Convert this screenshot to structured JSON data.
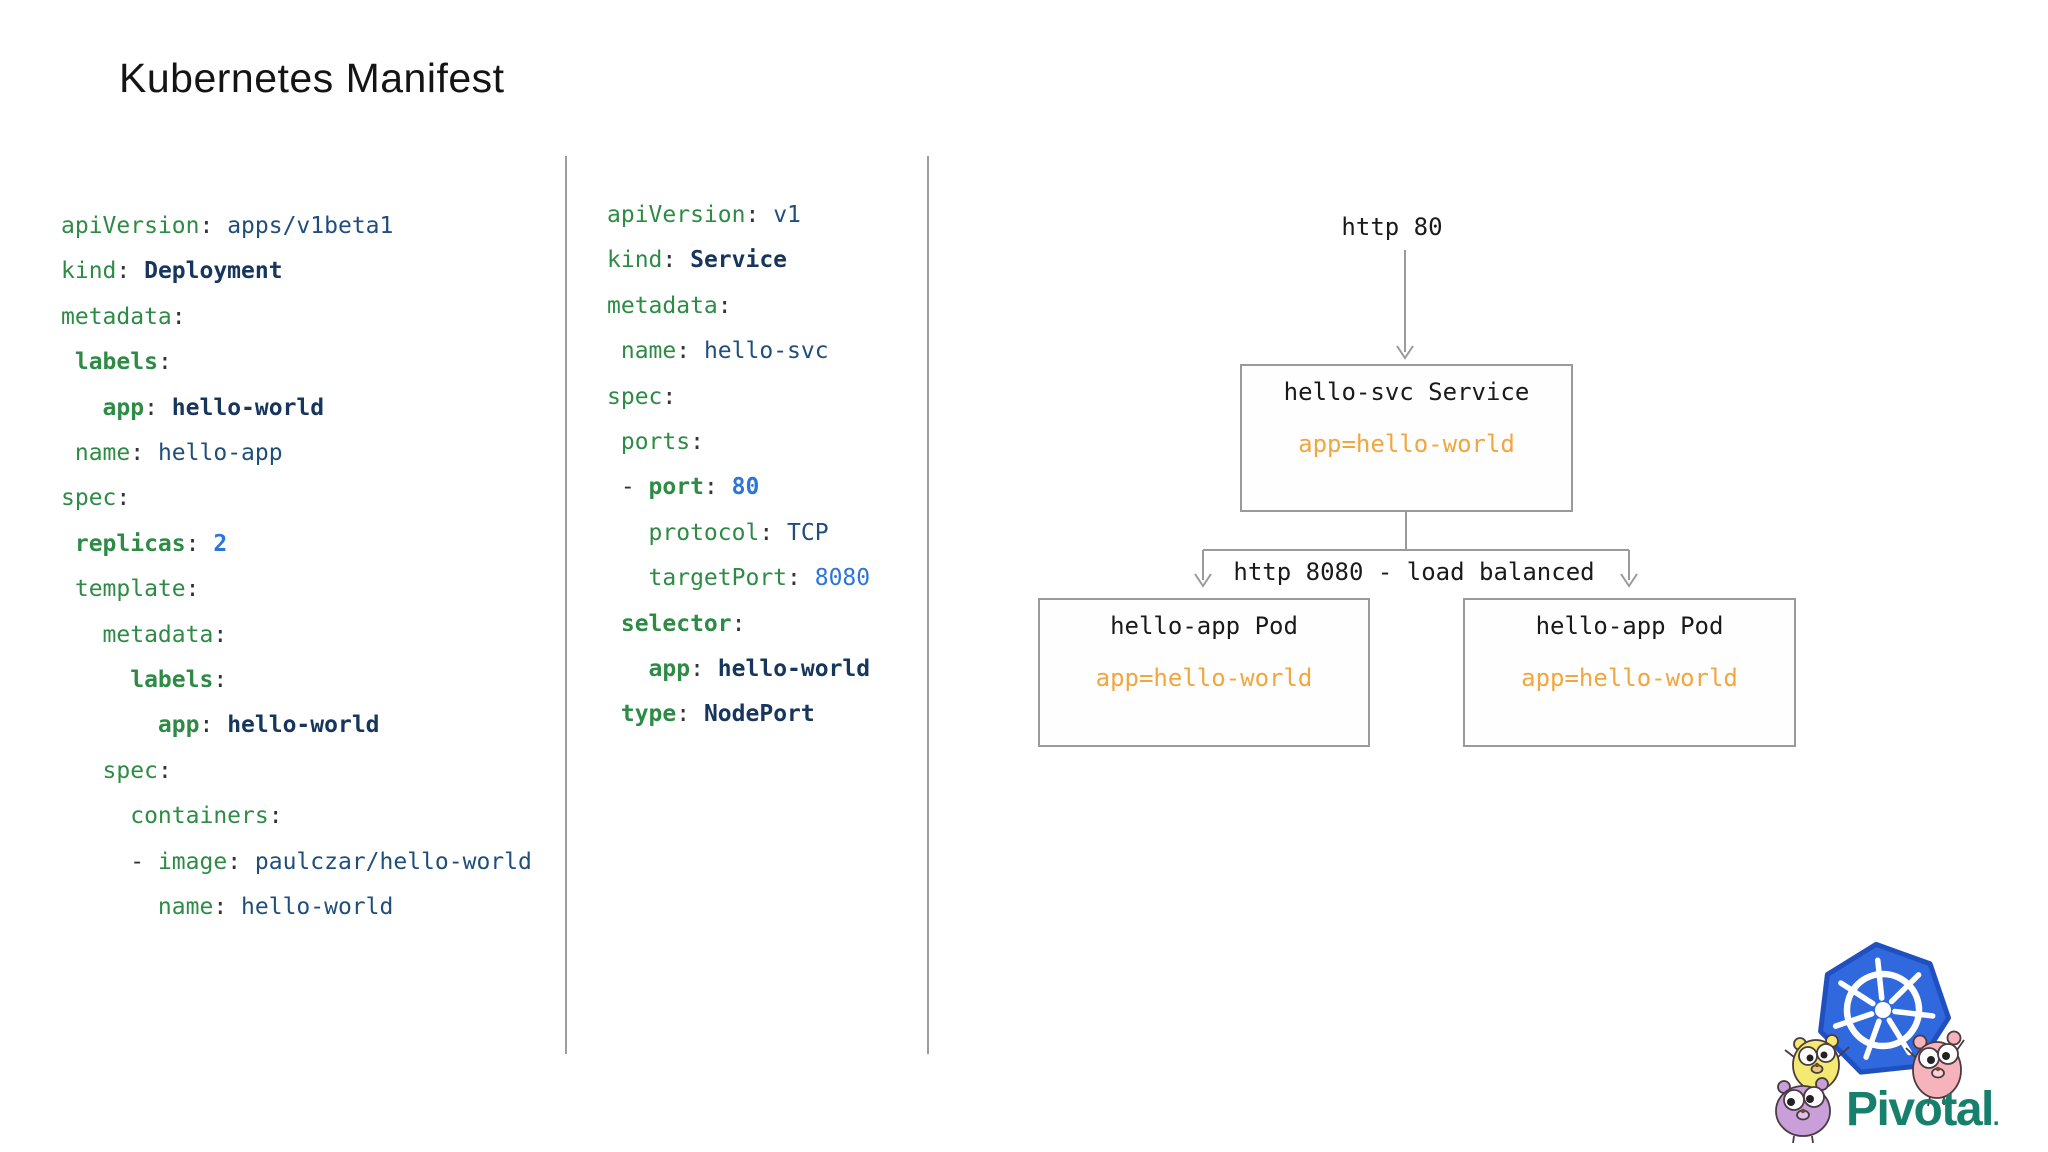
{
  "title": "Kubernetes Manifest",
  "colors": {
    "key_green": "#2e8b45",
    "value_navy": "#1f4e7c",
    "value_bold_navy": "#17365d",
    "number_blue": "#2e75d8",
    "selector_orange": "#f2a63e",
    "line_gray": "#9a9a9a",
    "kubernetes_blue": "#3069de",
    "pivotal_teal": "#17806d"
  },
  "code_columns": [
    {
      "name": "deployment-manifest",
      "lines": [
        [
          [
            "k",
            "apiVersion"
          ],
          [
            "p",
            ":"
          ],
          [
            "v",
            " apps/v1beta1"
          ]
        ],
        [
          [
            "k",
            "kind"
          ],
          [
            "p",
            ":"
          ],
          [
            "vb",
            " Deployment"
          ]
        ],
        [
          [
            "k",
            "metadata"
          ],
          [
            "p",
            ":"
          ]
        ],
        [
          [
            "kb",
            " labels"
          ],
          [
            "p",
            ":"
          ]
        ],
        [
          [
            "kb",
            "   app"
          ],
          [
            "p",
            ":"
          ],
          [
            "vb",
            " hello-world"
          ]
        ],
        [
          [
            "k",
            " name"
          ],
          [
            "p",
            ":"
          ],
          [
            "v",
            " hello-app"
          ]
        ],
        [
          [
            "k",
            "spec"
          ],
          [
            "p",
            ":"
          ]
        ],
        [
          [
            "kb",
            " replicas"
          ],
          [
            "p",
            ":"
          ],
          [
            "nb",
            " 2"
          ]
        ],
        [
          [
            "k",
            " template"
          ],
          [
            "p",
            ":"
          ]
        ],
        [
          [
            "k",
            "   metadata"
          ],
          [
            "p",
            ":"
          ]
        ],
        [
          [
            "kb",
            "     labels"
          ],
          [
            "p",
            ":"
          ]
        ],
        [
          [
            "kb",
            "       app"
          ],
          [
            "p",
            ":"
          ],
          [
            "vb",
            " hello-world"
          ]
        ],
        [
          [
            "k",
            "   spec"
          ],
          [
            "p",
            ":"
          ]
        ],
        [
          [
            "k",
            "     containers"
          ],
          [
            "p",
            ":"
          ]
        ],
        [
          [
            "p",
            "     - "
          ],
          [
            "k",
            "image"
          ],
          [
            "p",
            ":"
          ],
          [
            "v",
            " paulczar/hello-world"
          ]
        ],
        [
          [
            "k",
            "       name"
          ],
          [
            "p",
            ":"
          ],
          [
            "v",
            " hello-world"
          ]
        ]
      ]
    },
    {
      "name": "service-manifest",
      "lines": [
        [
          [
            "k",
            "apiVersion"
          ],
          [
            "p",
            ":"
          ],
          [
            "v",
            " v1"
          ]
        ],
        [
          [
            "k",
            "kind"
          ],
          [
            "p",
            ":"
          ],
          [
            "vb",
            " Service"
          ]
        ],
        [
          [
            "k",
            "metadata"
          ],
          [
            "p",
            ":"
          ]
        ],
        [
          [
            "k",
            " name"
          ],
          [
            "p",
            ":"
          ],
          [
            "v",
            " hello-svc"
          ]
        ],
        [
          [
            "k",
            "spec"
          ],
          [
            "p",
            ":"
          ]
        ],
        [
          [
            "k",
            " ports"
          ],
          [
            "p",
            ":"
          ]
        ],
        [
          [
            "p",
            " - "
          ],
          [
            "kb",
            "port"
          ],
          [
            "p",
            ":"
          ],
          [
            "nb",
            " 80"
          ]
        ],
        [
          [
            "k",
            "   protocol"
          ],
          [
            "p",
            ":"
          ],
          [
            "v",
            " TCP"
          ]
        ],
        [
          [
            "k",
            "   targetPort"
          ],
          [
            "p",
            ":"
          ],
          [
            "n",
            " 8080"
          ]
        ],
        [
          [
            "kb",
            " selector"
          ],
          [
            "p",
            ":"
          ]
        ],
        [
          [
            "kb",
            "   app"
          ],
          [
            "p",
            ":"
          ],
          [
            "vb",
            " hello-world"
          ]
        ],
        [
          [
            "kb",
            " type"
          ],
          [
            "p",
            ":"
          ],
          [
            "vb",
            " NodePort"
          ]
        ]
      ]
    }
  ],
  "diagram": {
    "top_label": "http 80",
    "mid_label": "http 8080 - load balanced",
    "service_box": {
      "title": "hello-svc Service",
      "label": "app=hello-world"
    },
    "pod_boxes": [
      {
        "title": "hello-app Pod",
        "label": "app=hello-world"
      },
      {
        "title": "hello-app Pod",
        "label": "app=hello-world"
      }
    ]
  },
  "branding": {
    "wordmark": "Pivotal",
    "tm": ".",
    "logo": "kubernetes-helm-logo",
    "mascots": [
      "yellow-gopher",
      "purple-gopher",
      "pink-gopher"
    ]
  }
}
